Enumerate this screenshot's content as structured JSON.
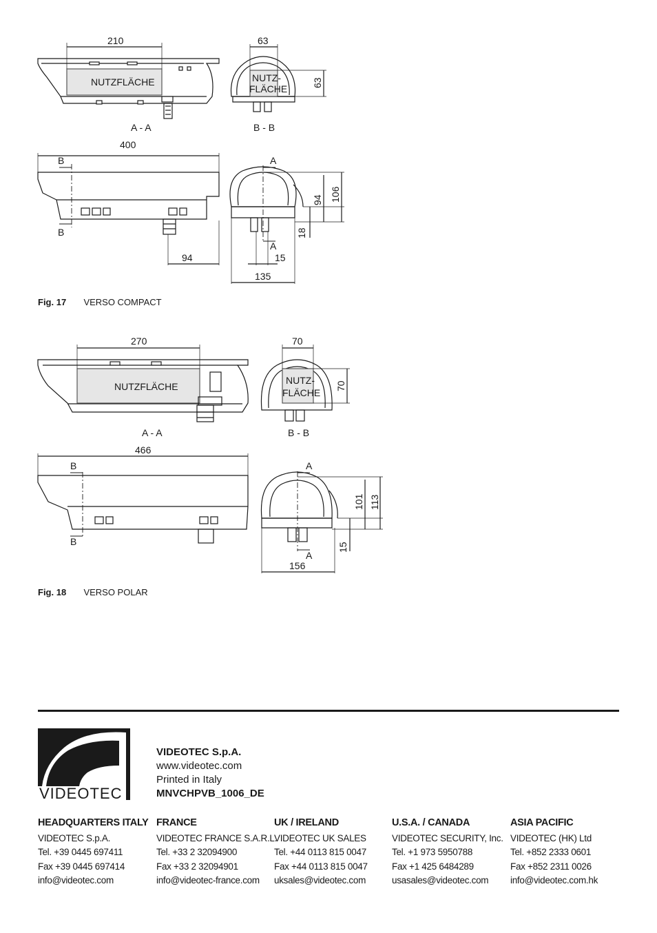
{
  "fig17": {
    "caption_num": "Fig. 17",
    "caption_text": "VERSO COMPACT",
    "dims": {
      "d210": "210",
      "d63a": "63",
      "d63b": "63",
      "d400": "400",
      "d94a": "94",
      "d106": "106",
      "d94b": "94",
      "d18": "18",
      "d15": "15",
      "d135": "135"
    },
    "labels": {
      "nutz": "NUTZFLÄCHE",
      "nutz2a": "NUTZ-",
      "nutz2b": "FLÄCHE",
      "aa": "A - A",
      "bb": "B - B",
      "b_top": "B",
      "b_bot": "B",
      "a_top": "A",
      "a_bot": "A"
    }
  },
  "fig18": {
    "caption_num": "Fig. 18",
    "caption_text": "VERSO POLAR",
    "dims": {
      "d270": "270",
      "d70a": "70",
      "d70b": "70",
      "d466": "466",
      "d101": "101",
      "d113": "113",
      "d15": "15",
      "d156": "156"
    },
    "labels": {
      "nutz": "NUTZFLÄCHE",
      "nutz2a": "NUTZ-",
      "nutz2b": "FLÄCHE",
      "aa": "A - A",
      "bb": "B - B",
      "b_top": "B",
      "b_bot": "B",
      "a_top": "A",
      "a_bot": "A"
    }
  },
  "footer": {
    "logo_text": "VIDEOTEC",
    "company_name": "VIDEOTEC S.p.A.",
    "website": "www.videotec.com",
    "printed": "Printed in Italy",
    "doc_code": "MNVCHPVB_1006_DE",
    "offices": [
      {
        "title": "HEADQUARTERS ITALY",
        "line1": "VIDEOTEC S.p.A.",
        "tel": "Tel. +39 0445 697411",
        "fax": "Fax +39 0445 697414",
        "email": "info@videotec.com"
      },
      {
        "title": "FRANCE",
        "line1": "VIDEOTEC FRANCE S.A.R.L.",
        "tel": "Tel. +33 2 32094900",
        "fax": "Fax +33 2 32094901",
        "email": "info@videotec-france.com"
      },
      {
        "title": "UK / IRELAND",
        "line1": "VIDEOTEC UK SALES",
        "tel": "Tel. +44 0113 815 0047",
        "fax": "Fax +44 0113 815 0047",
        "email": "uksales@videotec.com"
      },
      {
        "title": "U.S.A. / CANADA",
        "line1": "VIDEOTEC SECURITY, Inc.",
        "tel": "Tel. +1 973 5950788",
        "fax": "Fax +1 425 6484289",
        "email": "usasales@videotec.com"
      },
      {
        "title": "ASIA PACIFIC",
        "line1": "VIDEOTEC (HK) Ltd",
        "tel": "Tel. +852 2333 0601",
        "fax": "Fax +852 2311 0026",
        "email": "info@videotec.com.hk"
      }
    ]
  }
}
